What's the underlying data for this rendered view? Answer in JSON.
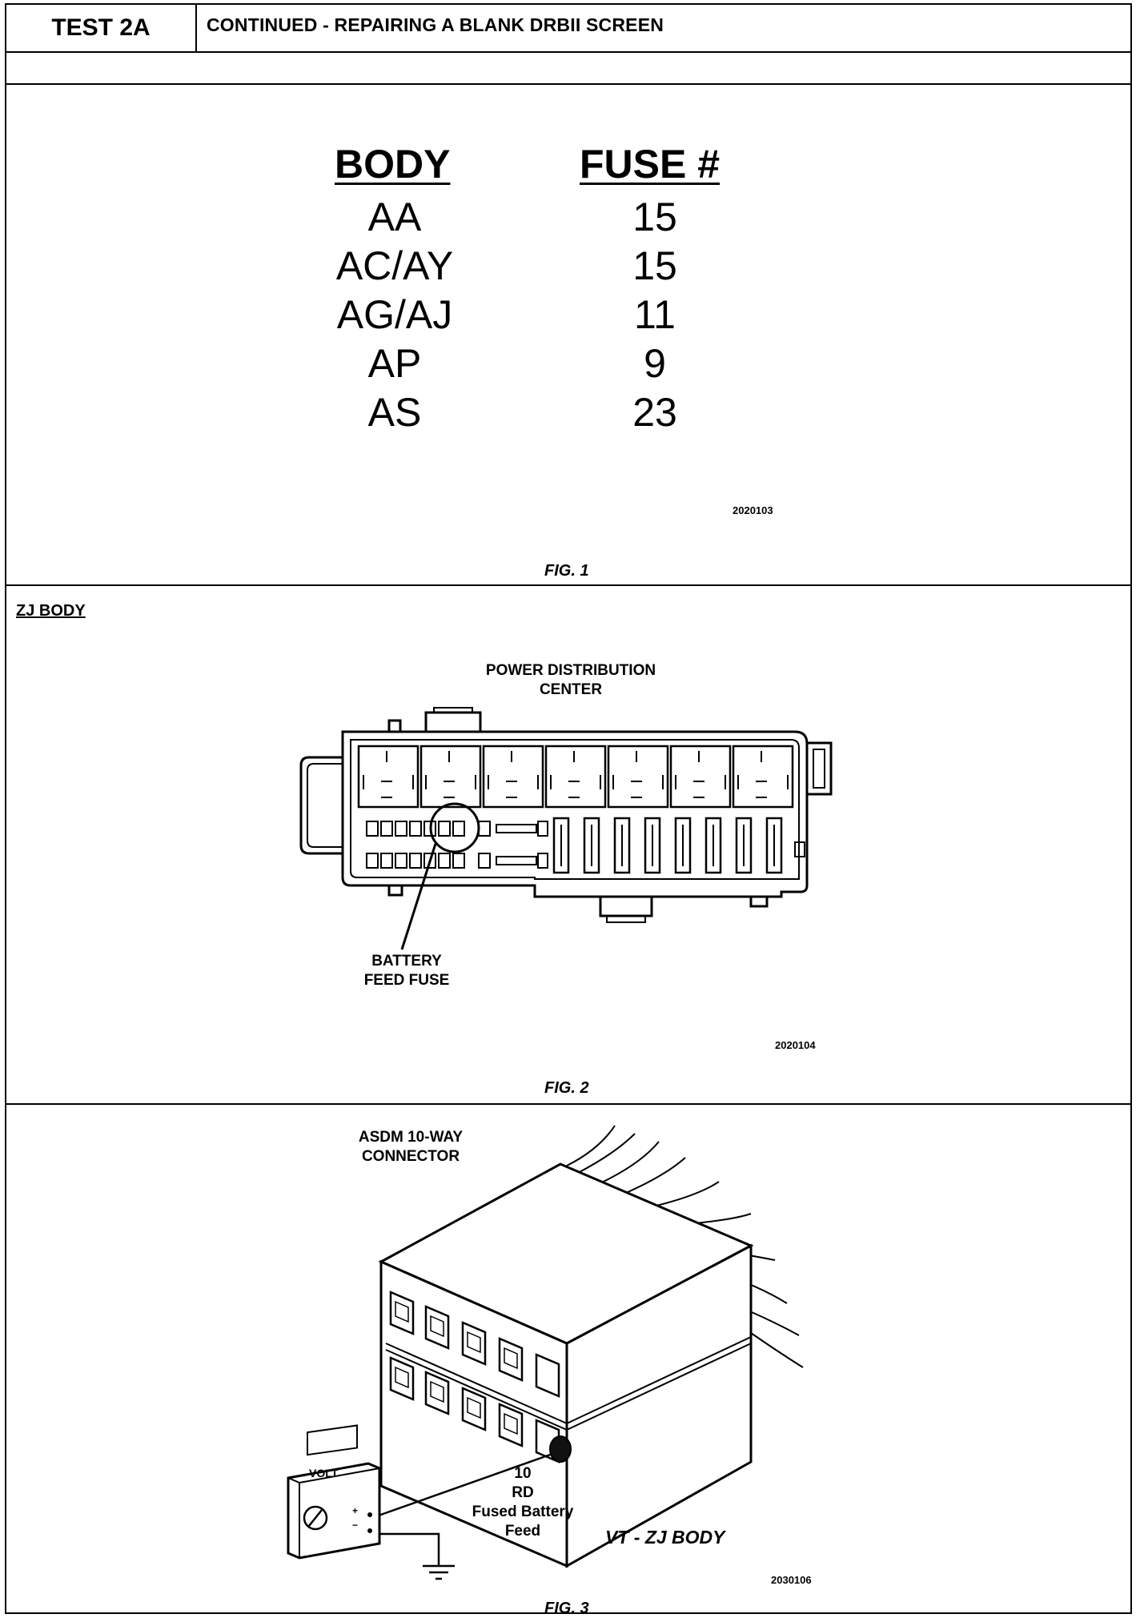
{
  "header": {
    "test_id": "TEST 2A",
    "title": "CONTINUED - REPAIRING A BLANK DRBII SCREEN"
  },
  "fig1": {
    "col_body": "BODY",
    "col_fuse": "FUSE #",
    "rows": [
      {
        "body": "AA",
        "fuse": "15"
      },
      {
        "body": "AC/AY",
        "fuse": "15"
      },
      {
        "body": "AG/AJ",
        "fuse": "11"
      },
      {
        "body": "AP",
        "fuse": "9"
      },
      {
        "body": "AS",
        "fuse": "23"
      }
    ],
    "code": "2020103",
    "caption": "FIG. 1"
  },
  "fig2": {
    "section_label": "ZJ BODY",
    "pdc_label_1": "POWER DISTRIBUTION",
    "pdc_label_2": "CENTER",
    "fuse_label_1": "BATTERY",
    "fuse_label_2": "FEED FUSE",
    "code": "2020104",
    "caption": "FIG. 2"
  },
  "fig3": {
    "conn_label_1": "ASDM 10-WAY",
    "conn_label_2": "CONNECTOR",
    "meter_label": "VOLT",
    "plus": "+",
    "minus": "−",
    "wire_1": "10",
    "wire_2": "RD",
    "wire_3": "Fused Battery",
    "wire_4": "Feed",
    "body_note": "VT - ZJ BODY",
    "code": "2030106",
    "caption": "FIG. 3"
  }
}
